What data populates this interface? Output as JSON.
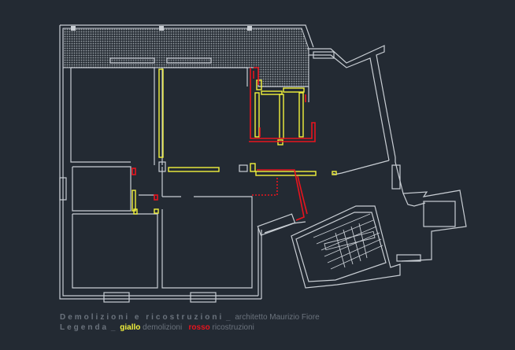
{
  "caption": {
    "title": "Demolizioni e ricostruzioni",
    "separator": "_",
    "author": "architetto Maurizio Fiore",
    "legend_label": "Legenda",
    "legend_separator": "_",
    "yellow_word": "giallo",
    "yellow_meaning": "demolizioni",
    "red_word": "rosso",
    "red_meaning": "ricostruzioni"
  },
  "colors": {
    "background": "#232a33",
    "walls": "#c9ced4",
    "demolition": "#f2f23c",
    "reconstruction": "#e8141e",
    "caption_text": "#6b737d"
  }
}
